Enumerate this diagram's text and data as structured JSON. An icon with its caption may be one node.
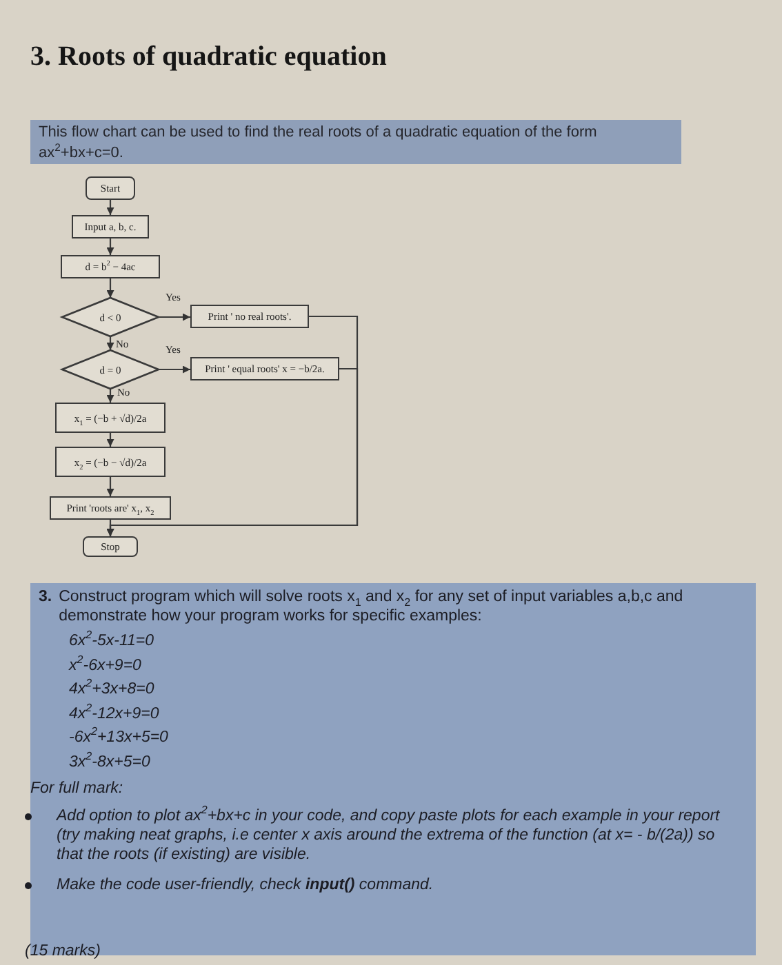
{
  "diagram": {
    "title": "3. Roots of quadratic equation",
    "nodes": [
      {
        "text": [
          "Start"
        ]
      },
      {
        "text": [
          "Input a, b, c."
        ]
      },
      {
        "text": [
          "d = b$^{2}$ − 4ac"
        ]
      },
      {
        "text": [
          "d < 0"
        ]
      },
      {
        "text": [
          "Print ' no real roots'."
        ]
      },
      {
        "text": [
          "d = 0"
        ]
      },
      {
        "text": [
          "Print ' equal roots' x = −b/2a."
        ]
      },
      {
        "text": [
          "x$_{1}$ = (−b + √d)/2a"
        ]
      },
      {
        "text": [
          "x$_{2}$ = (−b − √d)/2a"
        ]
      },
      {
        "text": [
          "Print 'roots are' x$_{1}$, x$_{2}$"
        ]
      },
      {
        "text": [
          "Stop"
        ]
      }
    ],
    "edges": [
      {
        "from": 0,
        "to": 1,
        "arrow": "to"
      },
      {
        "from": 1,
        "to": 2,
        "arrow": "to"
      },
      {
        "from": 2,
        "to": 3,
        "arrow": "to"
      },
      {
        "from": 3,
        "to": 4,
        "arrow": "to",
        "label": "Yes"
      },
      {
        "from": 3,
        "to": 5,
        "arrow": "to",
        "label": "No"
      },
      {
        "from": 5,
        "to": 6,
        "arrow": "to",
        "label": "Yes"
      },
      {
        "from": 5,
        "to": 7,
        "arrow": "to",
        "label": "No"
      },
      {
        "from": 7,
        "to": 8,
        "arrow": "to"
      },
      {
        "from": 8,
        "to": 9,
        "arrow": "to"
      },
      {
        "from": 9,
        "to": 10,
        "arrow": "to"
      },
      {
        "from": 4,
        "to": 10,
        "arrow": "to"
      },
      {
        "from": 6,
        "to": 10,
        "arrow": "to"
      }
    ],
    "labels": [
      "This flow chart can be used to find the real roots of a quadratic equation of the form ax$^{2}$+bx+c=0.",
      "3.",
      "Construct program which will solve roots x$_{1}$ and x$_{2}$ for any set of input variables a,b,c and demonstrate how your program works for specific examples:",
      "6x$^{2}$-5x-11=0",
      "x$^{2}$-6x+9=0",
      "4x$^{2}$+3x+8=0",
      "4x$^{2}$-12x+9=0",
      "-6x$^{2}$+13x+5=0",
      "3x$^{2}$-8x+5=0",
      "For full mark:",
      "Add option to plot ax$^{2}$+bx+c in your code, and copy paste plots for each example in your report (try making neat graphs, i.e center x axis around the extrema of the function (at x= - b/(2a)) so that the roots (if existing) are visible.",
      "Make the code user-friendly, check **input()** command.",
      "(15 marks)"
    ]
  }
}
